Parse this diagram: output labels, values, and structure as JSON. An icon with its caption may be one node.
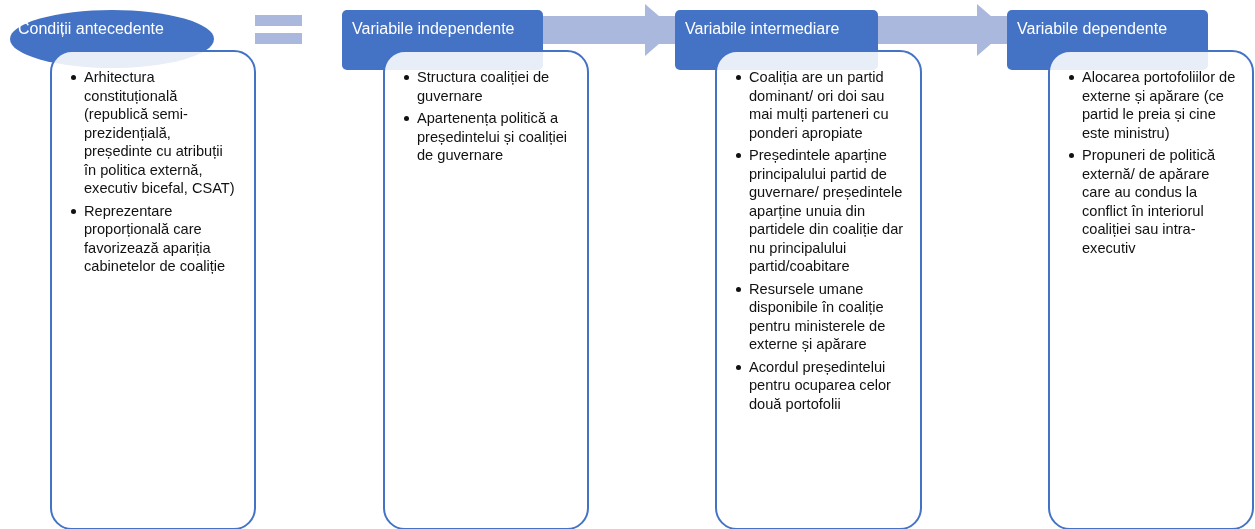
{
  "diagram": {
    "nodes": [
      {
        "text": [
          "Condiții antecedente"
        ]
      },
      {
        "text": [
          "Arhitectura constituțională (republică semi-prezidențială, președinte cu atribuții în politica externă, executiv bicefal, CSAT)",
          "Reprezentare proporțională care favorizează apariția cabinetelor de coaliție"
        ]
      },
      {
        "text": [
          "Variabile independente"
        ]
      },
      {
        "text": [
          "Structura coaliției de guvernare",
          "Apartenența politică a președintelui și coaliției de guvernare"
        ]
      },
      {
        "text": [
          "Variabile intermediare"
        ]
      },
      {
        "text": [
          "Coaliția are un partid dominant/ ori doi sau mai mulți parteneri cu ponderi apropiate",
          "Președintele aparține principalului partid de guvernare/ președintele aparține unuia din partidele din coaliție dar nu principalului partid/coabitare",
          "Resursele umane disponibile în coaliție pentru ministerele de externe și apărare",
          "Acordul președintelui pentru ocuparea celor două portofolii"
        ]
      },
      {
        "text": [
          "Variabile dependente"
        ]
      },
      {
        "text": [
          "Alocarea portofoliilor de externe și apărare (ce partid le preia și cine este ministru)",
          "Propuneri de politică externă/ de apărare care au condus la conflict în interiorul coaliției sau intra-executiv"
        ]
      }
    ],
    "edges": [
      {
        "from": 2,
        "to": 4,
        "arrow": "to"
      },
      {
        "from": 4,
        "to": 6,
        "arrow": "to"
      }
    ]
  }
}
